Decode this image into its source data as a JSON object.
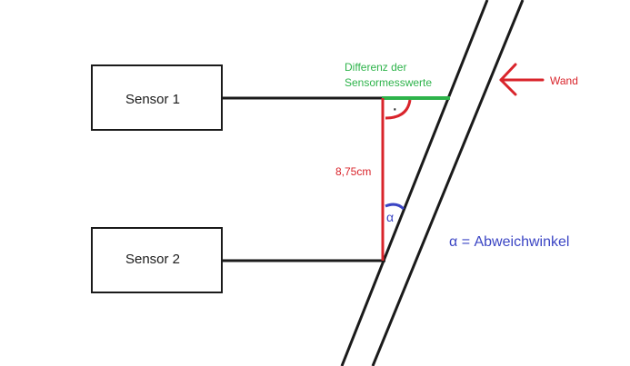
{
  "diagram": {
    "sensor1": {
      "label": "Sensor 1"
    },
    "sensor2": {
      "label": "Sensor 2"
    },
    "difference_label": {
      "line1": "Differenz der",
      "line2": "Sensormesswerte"
    },
    "distance_label": "8,75cm",
    "angle_symbol": "α",
    "angle_legend": "α = Abweichwinkel",
    "wall_label": "Wand",
    "right_angle_dot": "·"
  },
  "colors": {
    "black": "#1a1a1a",
    "red": "#d9242b",
    "green": "#2db34a",
    "blue": "#3b45c4"
  }
}
